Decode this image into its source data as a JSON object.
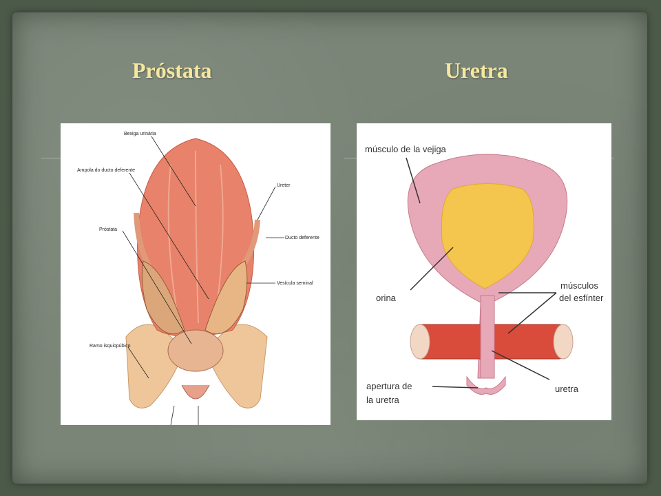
{
  "slide": {
    "title_left": "Próstata",
    "title_right": "Uretra"
  },
  "prostate_figure": {
    "labels": {
      "bladder": "Bexiga urinária",
      "ampulla": "Ampola do ducto deferente",
      "ureter": "Ureter",
      "prostate": "Próstata",
      "vas_deferens": "Ducto deferente",
      "seminal_vesicle": "Vesícula seminal",
      "ramus": "Ramo isquiopúbico"
    }
  },
  "urethra_figure": {
    "labels": {
      "bladder_muscle": "músculo de la vejiga",
      "urine": "orina",
      "sphincter_1": "músculos",
      "sphincter_2": "del esfínter",
      "opening_1": "apertura de",
      "opening_2": "la uretra",
      "urethra": "uretra"
    }
  },
  "colors": {
    "background": "#4c5a49",
    "slide": "#7a8577",
    "title": "#f4e7a0"
  }
}
